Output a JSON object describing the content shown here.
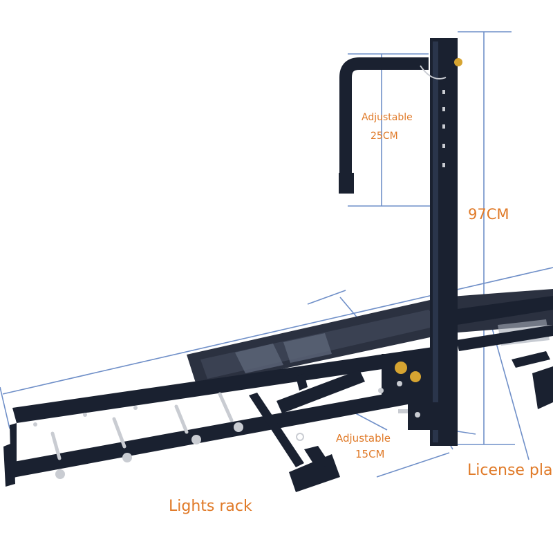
{
  "colors": {
    "frame": "#1a2130",
    "frame_highlight": "#3a4a66",
    "tray": "#2b3140",
    "dimension_line": "#6f8fc8",
    "label_text": "#e07a28",
    "bolt": "#c9ccd2",
    "spring": "#d6a431"
  },
  "labels": {
    "adjustable_top": "Adjustable",
    "adjustable_top_value": "25CM",
    "height": "97CM",
    "adjustable_bottom": "Adjustable",
    "adjustable_bottom_value": "15CM",
    "license_plate": "License pla",
    "lights_rack": "Lights rack"
  }
}
